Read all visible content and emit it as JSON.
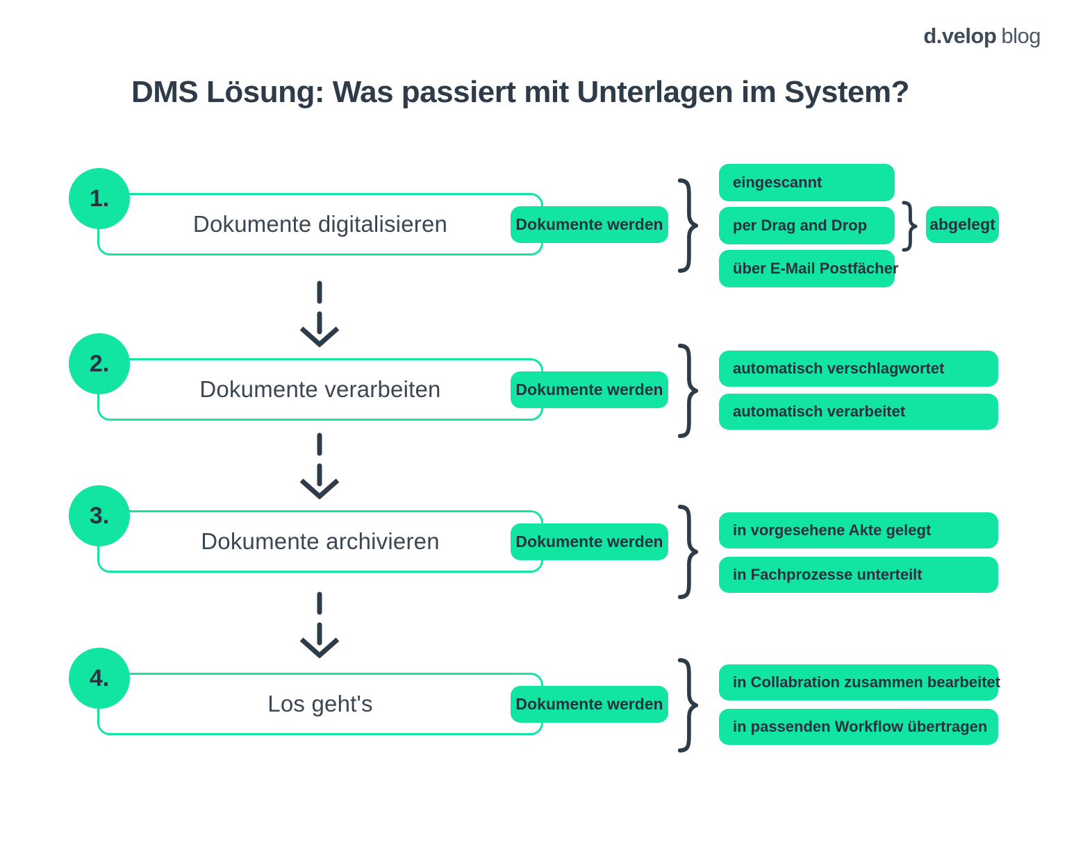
{
  "title": "DMS Lösung: Was passiert mit Unterlagen im System?",
  "logo": {
    "brand": "d.velop",
    "suffix": "blog"
  },
  "colors": {
    "green": "#12E4A2",
    "dark_slate": "#2E3B49"
  },
  "steps": [
    {
      "number": "1.",
      "label": "Dokumente digitalisieren",
      "connector": "Dokumente werden",
      "options": [
        "eingescannt",
        "per Drag and Drop",
        "über E-Mail Postfächer"
      ],
      "result": "abgelegt"
    },
    {
      "number": "2.",
      "label": "Dokumente verarbeiten",
      "connector": "Dokumente werden",
      "options": [
        "automatisch verschlagwortet",
        "automatisch verarbeitet"
      ]
    },
    {
      "number": "3.",
      "label": "Dokumente archivieren",
      "connector": "Dokumente werden",
      "options": [
        "in vorgesehene Akte gelegt",
        "in Fachprozesse unterteilt"
      ]
    },
    {
      "number": "4.",
      "label": "Los geht's",
      "connector": "Dokumente werden",
      "options": [
        "in Collabration zusammen bearbeitet",
        "in passenden Workflow übertragen"
      ]
    }
  ]
}
